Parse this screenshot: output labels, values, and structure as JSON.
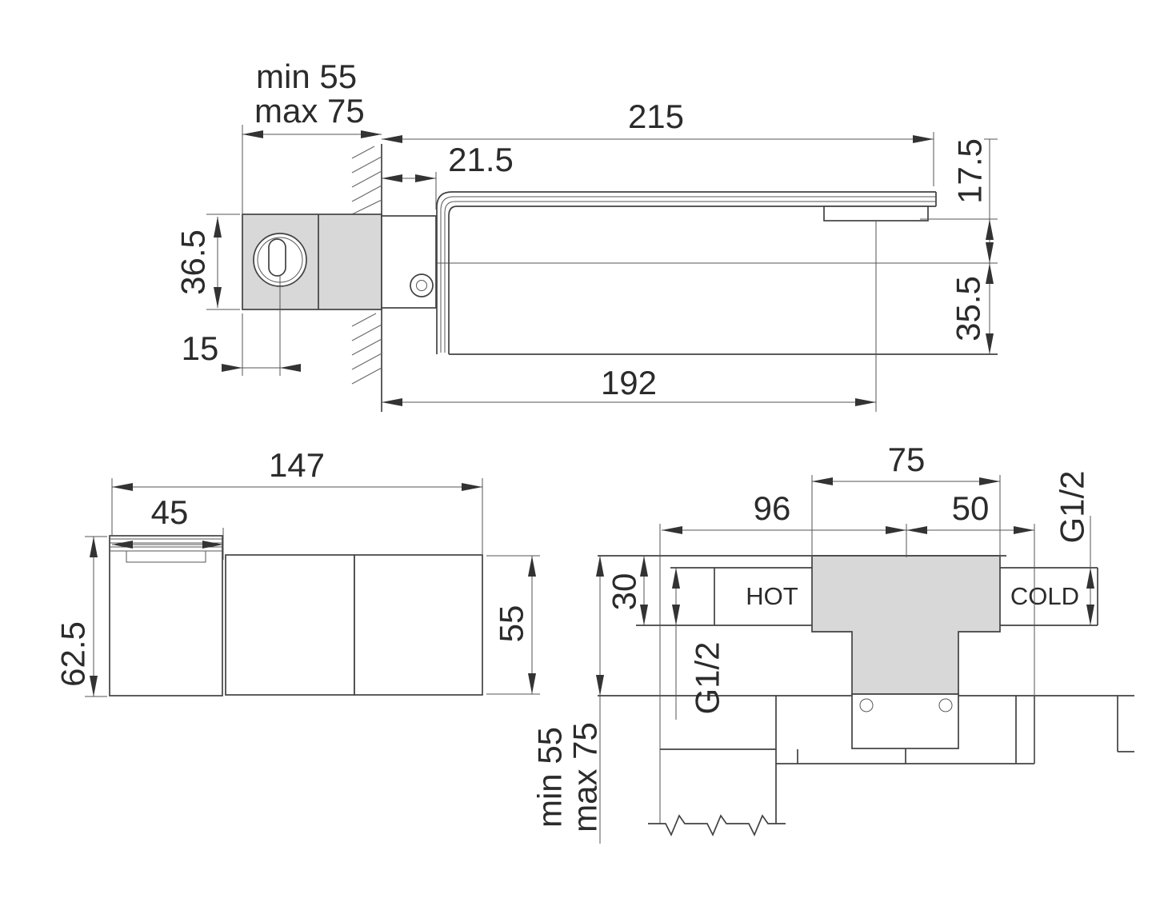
{
  "drawing": {
    "type": "technical installation drawing",
    "subject": "wall-mounted waterfall basin mixer with concealed body",
    "units": "mm",
    "colors": {
      "line": "#424242",
      "body_fill": "#d8d8d8",
      "background": "#ffffff",
      "text": "#2b2b2b"
    },
    "side_view": {
      "wall_depth_min": "min 55",
      "wall_depth_max": "max 75",
      "spout_length": "215",
      "plate_to_spout": "21.5",
      "spout_drop": "17.5",
      "body_height": "36.5",
      "center_to_bottom": "35.5",
      "cartridge_offset": "15",
      "spout_reach": "192"
    },
    "front_view": {
      "total_width": "147",
      "spout_width": "45",
      "spout_height": "62.5",
      "handle_height": "55"
    },
    "plan_view": {
      "body_width": "75",
      "left_of_center": "96",
      "right_of_center": "50",
      "cold_inlet_thread": "G1/2",
      "hot_inlet_thread": "G1/2",
      "inlet_depth": "30",
      "hot_label": "HOT",
      "cold_label": "COLD",
      "recess_depth_min": "min 55",
      "recess_depth_max": "max 75"
    }
  }
}
